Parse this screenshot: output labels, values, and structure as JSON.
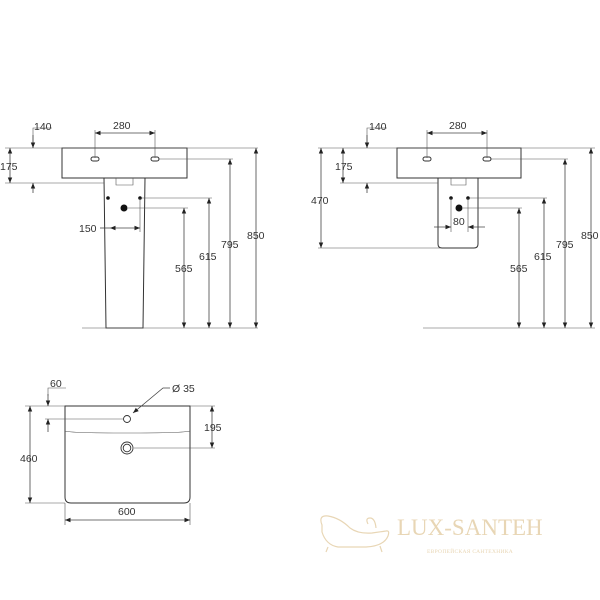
{
  "front_view": {
    "dims": {
      "tap_offset": "140",
      "tap_spacing": "280",
      "basin_height": "175",
      "supply_spacing": "150",
      "waste_height": "565",
      "supply_height": "615",
      "tap_height": "795",
      "total_height": "850"
    }
  },
  "wall_view": {
    "dims": {
      "tap_offset": "140",
      "tap_spacing": "280",
      "basin_height": "175",
      "semi_pedestal_height": "470",
      "supply_spacing": "80",
      "waste_height": "565",
      "supply_height": "615",
      "tap_height": "795",
      "total_height": "850"
    }
  },
  "top_view": {
    "dims": {
      "tap_hole_offset": "60",
      "tap_hole_diameter": "Ø 35",
      "drain_offset": "195",
      "depth": "460",
      "width": "600"
    }
  },
  "logo": {
    "name": "LUX-SANTEH",
    "tagline": "ЕВРОПЕЙСКАЯ САНТЕХНИКА",
    "color": "#e6d2ad"
  }
}
